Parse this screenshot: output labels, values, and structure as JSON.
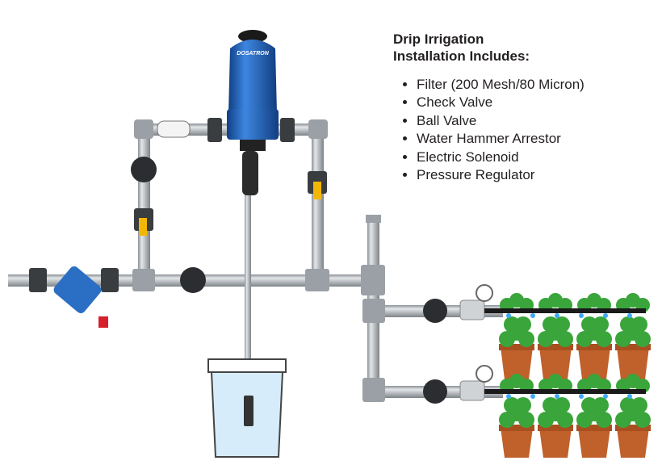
{
  "legend": {
    "title_line1": "Drip Irrigation",
    "title_line2": "Installation Includes:",
    "items": [
      "Filter (200 Mesh/80 Micron)",
      "Check Valve",
      "Ball Valve",
      "Water Hammer Arrestor",
      "Electric Solenoid",
      "Pressure Regulator"
    ]
  },
  "injector": {
    "brand_logo_text": "DOSATRON"
  },
  "colors": {
    "pipe": "#c9ced3",
    "pipe_edge": "#6d7378",
    "injector_blue": "#1f5fb8",
    "valve_handle": "#f2b705",
    "filter_blue": "#2a6fc4",
    "plant_green": "#3aa53a",
    "pot": "#c0602a",
    "water": "#d6ecfa"
  }
}
